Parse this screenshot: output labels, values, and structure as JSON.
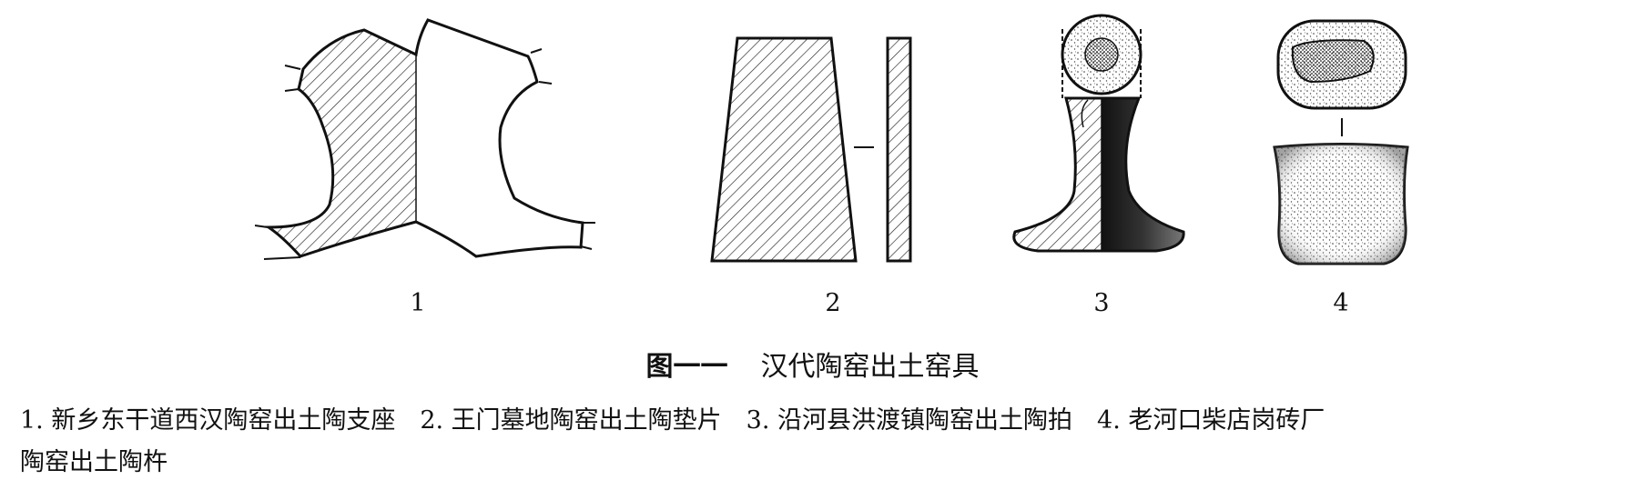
{
  "figure": {
    "numbers": [
      "1",
      "2",
      "3",
      "4"
    ],
    "caption_label": "图一一",
    "caption_title": "汉代陶窑出土窑具",
    "notes_line1": "1. 新乡东干道西汉陶窑出土陶支座　2. 王门墓地陶窑出土陶垫片　3. 沿河县洪渡镇陶窑出土陶拍　4. 老河口柴店岗砖厂",
    "notes_line2": "陶窑出土陶杵"
  }
}
